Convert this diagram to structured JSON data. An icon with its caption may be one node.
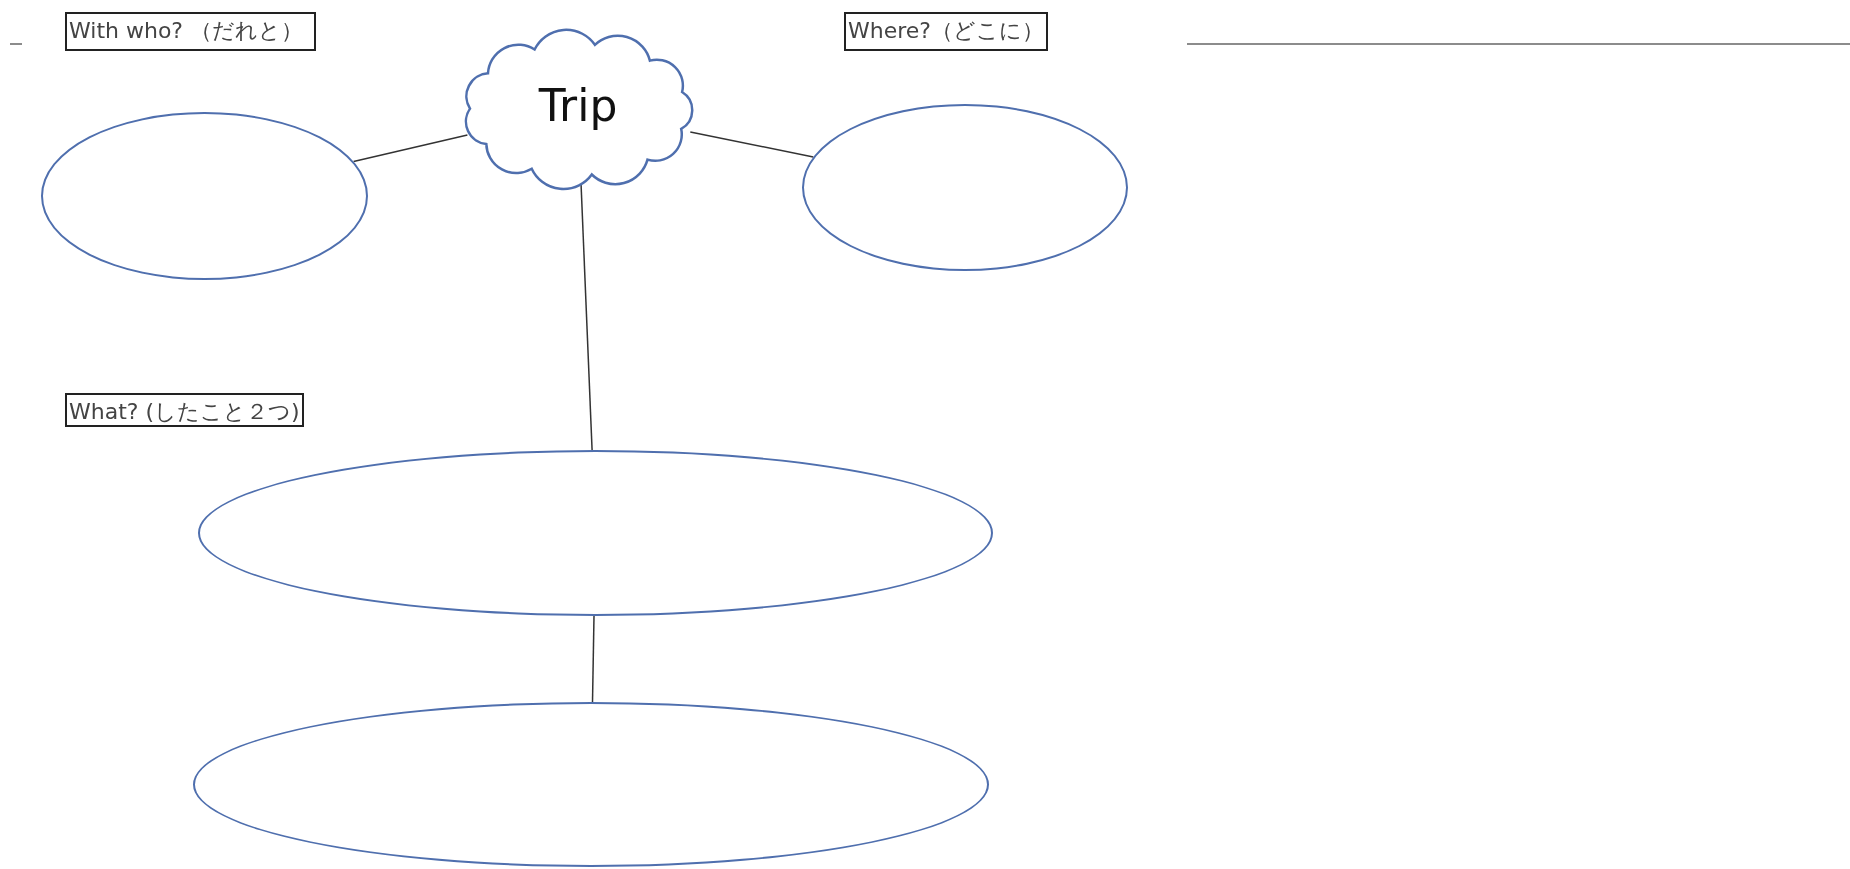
{
  "diagram": {
    "nodes": [
      {
        "text": [
          "With who? （だれと）"
        ]
      },
      {
        "text": [
          "Trip"
        ]
      },
      {
        "text": [
          "Where?（どこに）"
        ]
      },
      {
        "text": [],
        "shape": "ellipse"
      },
      {
        "text": [],
        "shape": "ellipse"
      },
      {
        "text": [
          "What? (したこと２つ)"
        ]
      },
      {
        "text": [],
        "shape": "ellipse"
      },
      {
        "text": [],
        "shape": "ellipse"
      }
    ],
    "edges": [
      {
        "from": 1,
        "to": 3,
        "arrow": "none"
      },
      {
        "from": 1,
        "to": 4,
        "arrow": "none"
      },
      {
        "from": 1,
        "to": 6,
        "arrow": "none"
      },
      {
        "from": 6,
        "to": 7,
        "arrow": "none"
      }
    ]
  }
}
